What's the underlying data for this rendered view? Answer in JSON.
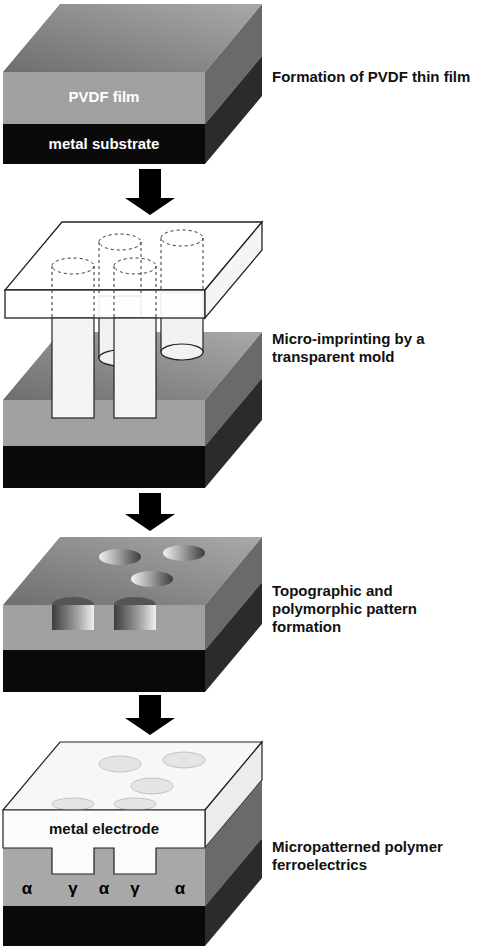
{
  "diagram": {
    "nodes": [
      {
        "text": [
          "Formation of PVDF thin film"
        ]
      },
      {
        "text": [
          "Micro-imprinting by a transparent mold"
        ]
      },
      {
        "text": [
          "Topographic and polymorphic pattern formation"
        ]
      },
      {
        "text": [
          "Micropatterned polymer ferroelectrics"
        ]
      }
    ],
    "edges": [
      {
        "from": 0,
        "to": 1,
        "arrow": "to"
      },
      {
        "from": 1,
        "to": 2,
        "arrow": "to"
      },
      {
        "from": 2,
        "to": 3,
        "arrow": "to"
      }
    ],
    "labels": [
      "PVDF film",
      "metal substrate",
      "metal electrode",
      "α",
      "γ",
      "α",
      "γ",
      "α"
    ]
  }
}
